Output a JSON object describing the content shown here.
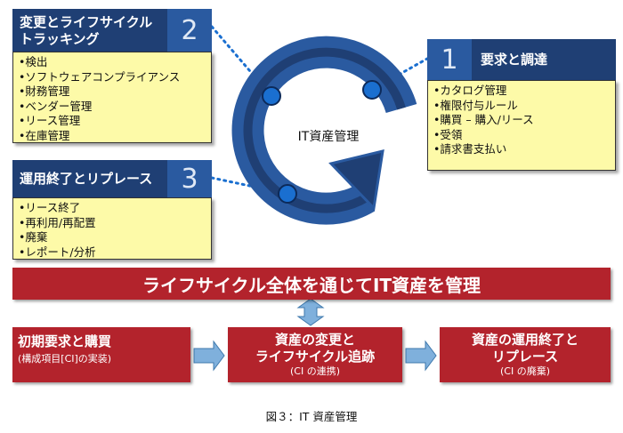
{
  "cycle": {
    "center_label": "IT資産管理",
    "colors": {
      "ring_outer": "#2a5aa0",
      "ring_inner": "#1f3f74",
      "node": "#1a6fd0"
    }
  },
  "panels": [
    {
      "number": "2",
      "title_lines": [
        "変更とライフサイクル",
        "トラッキング"
      ],
      "items": [
        "•検出",
        "•ソフトウェアコンプライアンス",
        "•財務管理",
        "•ベンダー管理",
        "•リース管理",
        "•在庫管理"
      ]
    },
    {
      "number": "1",
      "title_lines": [
        "要求と調達"
      ],
      "items": [
        "•カタログ管理",
        "•権限付与ルール",
        "•購買 – 購入/リース",
        "•受領",
        "•請求書支払い"
      ]
    },
    {
      "number": "3",
      "title_lines": [
        "運用終了とリプレース"
      ],
      "items": [
        "•リース終了",
        "•再利用/再配置",
        "•廃棄",
        "•レポート/分析"
      ]
    }
  ],
  "banner": "ライフサイクル全体を通じてIT資産を管理",
  "flow": [
    {
      "title_lines": [
        "初期要求と購買"
      ],
      "sub": "(構成項目[CI]の実装)"
    },
    {
      "title_lines": [
        "資産の変更と",
        "ライフサイクル追跡"
      ],
      "sub": "(CI の連携)"
    },
    {
      "title_lines": [
        "資産の運用終了と",
        "リプレース"
      ],
      "sub": "(CI の廃棄)"
    }
  ],
  "caption": "図３：IT 資産管理",
  "colors": {
    "header": "#1f3f74",
    "list_bg": "#fdfaa8",
    "red": "#b3232c",
    "arrow": "#7fb0dc"
  }
}
